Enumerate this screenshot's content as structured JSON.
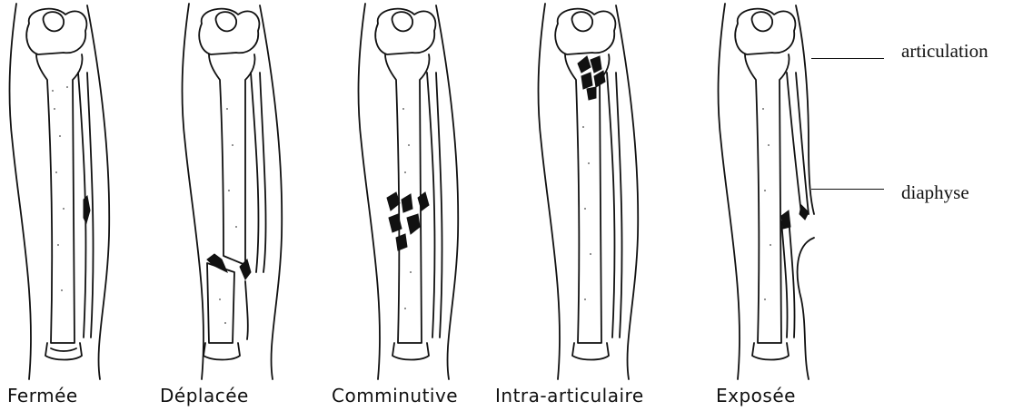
{
  "figure": {
    "labels": {
      "articulation": "articulation",
      "diaphyse": "diaphyse"
    },
    "fractures": [
      {
        "label": "Fermée",
        "kind": "closed"
      },
      {
        "label": "Déplacée",
        "kind": "displaced"
      },
      {
        "label": "Comminutive",
        "kind": "comminuted"
      },
      {
        "label": "Intra-articulaire",
        "kind": "intra-articular"
      },
      {
        "label": "Exposée",
        "kind": "open"
      }
    ]
  }
}
